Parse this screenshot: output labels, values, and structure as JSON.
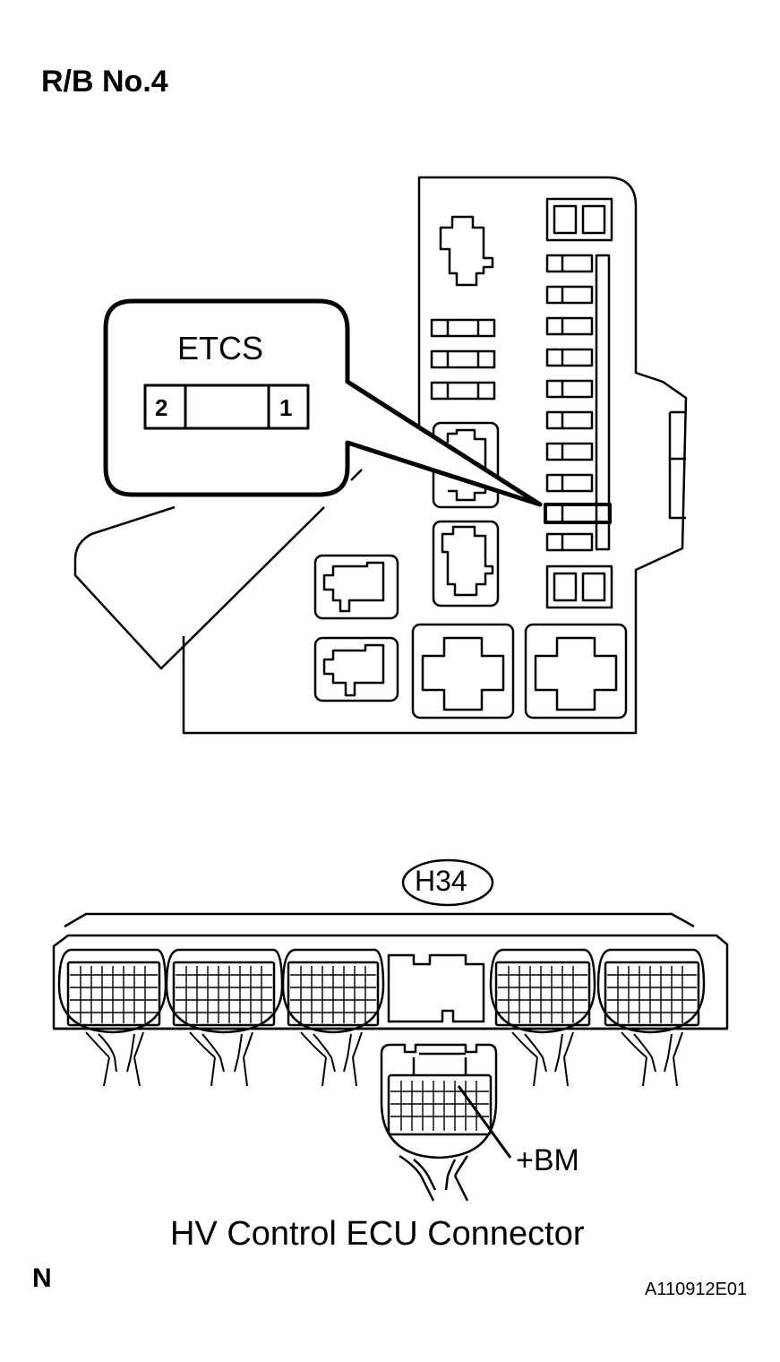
{
  "relay_block": {
    "title": "R/B No.4",
    "fuse_callout": {
      "label": "ETCS",
      "pin_left": "2",
      "pin_right": "1"
    }
  },
  "ecu_connector": {
    "code": "H34",
    "terminal": "+BM",
    "caption": "HV Control ECU Connector"
  },
  "figure": {
    "view_mark": "N",
    "id": "A110912E01"
  }
}
